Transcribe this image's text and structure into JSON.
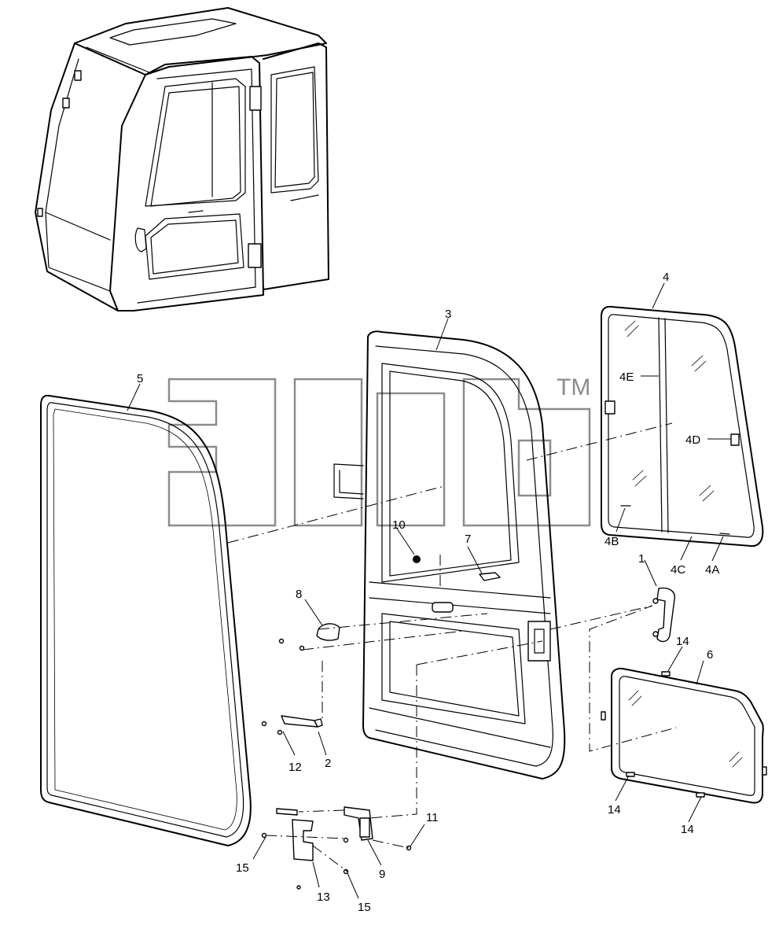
{
  "diagram": {
    "callouts": [
      {
        "id": "c1",
        "text": "1"
      },
      {
        "id": "c2",
        "text": "2"
      },
      {
        "id": "c3",
        "text": "3"
      },
      {
        "id": "c4",
        "text": "4"
      },
      {
        "id": "c4A",
        "text": "4A"
      },
      {
        "id": "c4B",
        "text": "4B"
      },
      {
        "id": "c4C",
        "text": "4C"
      },
      {
        "id": "c4D",
        "text": "4D"
      },
      {
        "id": "c4E",
        "text": "4E"
      },
      {
        "id": "c5",
        "text": "5"
      },
      {
        "id": "c6",
        "text": "6"
      },
      {
        "id": "c7",
        "text": "7"
      },
      {
        "id": "c8",
        "text": "8"
      },
      {
        "id": "c9",
        "text": "9"
      },
      {
        "id": "c10",
        "text": "10"
      },
      {
        "id": "c11",
        "text": "11"
      },
      {
        "id": "c12",
        "text": "12"
      },
      {
        "id": "c13",
        "text": "13"
      },
      {
        "id": "c14a",
        "text": "14"
      },
      {
        "id": "c14b",
        "text": "14"
      },
      {
        "id": "c14c",
        "text": "14"
      },
      {
        "id": "c15a",
        "text": "15"
      },
      {
        "id": "c15b",
        "text": "15"
      }
    ]
  },
  "watermark": {
    "tm_text": "TM",
    "color": "#8c8c8c"
  },
  "colors": {
    "line": "#000000",
    "background": "#ffffff"
  }
}
